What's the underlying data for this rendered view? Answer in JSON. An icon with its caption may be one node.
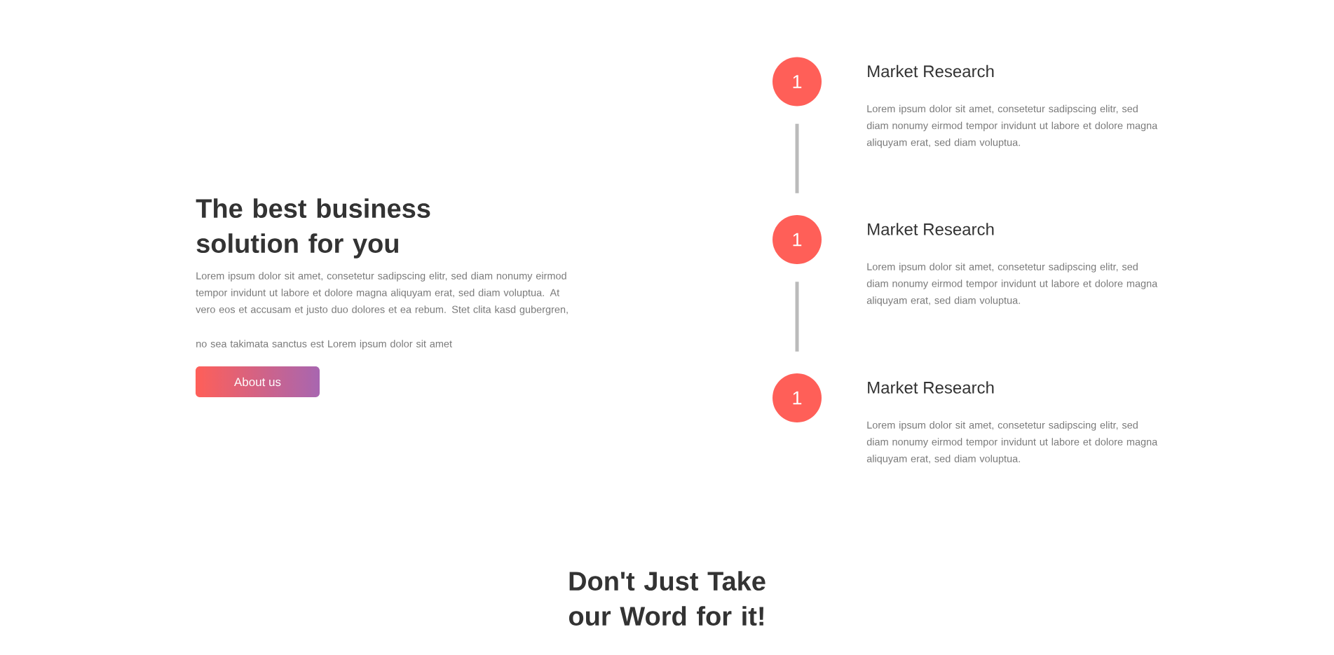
{
  "diagram": {
    "nodes": [
      {
        "text": [
          "1"
        ],
        "beside": [
          "Market Research",
          "Lorem ipsum dolor sit amet, consetetur sadipscing elitr, sed diam nonumy eirmod tempor invidunt ut labore et dolore magna aliquyam erat, sed diam voluptua."
        ]
      },
      {
        "text": [
          "1"
        ],
        "beside": [
          "Market Research",
          "Lorem ipsum dolor sit amet, consetetur sadipscing elitr, sed diam nonumy eirmod tempor invidunt ut labore et dolore magna aliquyam erat, sed diam voluptua."
        ]
      },
      {
        "text": [
          "1"
        ],
        "beside": [
          "Market Research",
          "Lorem ipsum dolor sit amet, consetetur sadipscing elitr, sed diam nonumy eirmod tempor invidunt ut labore et dolore magna aliquyam erat, sed diam voluptua."
        ]
      },
      {
        "text": [
          "About us"
        ]
      }
    ],
    "edges": [
      {
        "from": 0,
        "to": 1,
        "arrow": "none"
      },
      {
        "from": 1,
        "to": 2,
        "arrow": "none"
      }
    ],
    "labels": [
      "The best business solution for you",
      "Lorem ipsum dolor sit amet, consetetur sadipscing elitr, sed diam nonumy eirmod tempor invidunt ut labore et dolore magna aliquyam erat, sed diam voluptua. At vero eos et accusam et justo duo dolores et ea rebum. Stet clita kasd gubergren,",
      "no sea takimata sanctus est Lorem ipsum dolor sit amet",
      "Don't Just Take our Word for it!"
    ]
  }
}
